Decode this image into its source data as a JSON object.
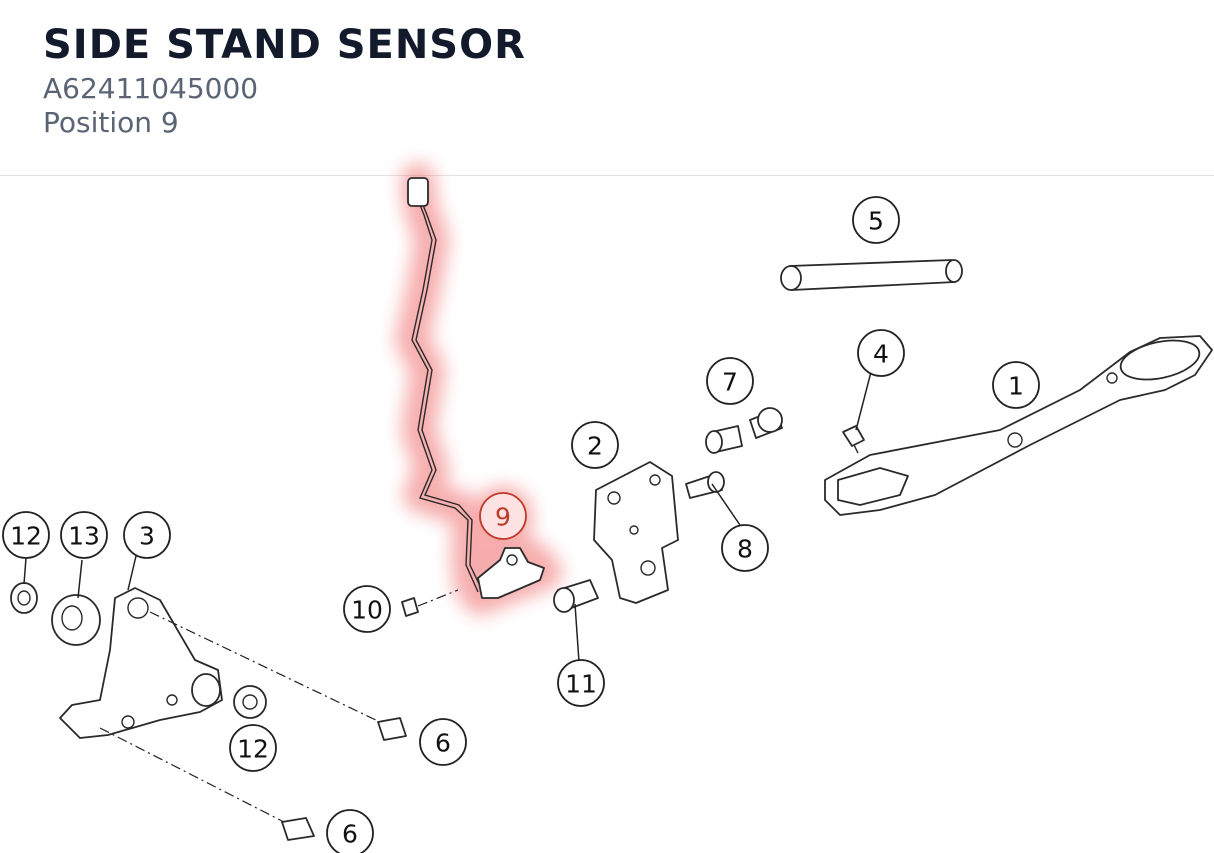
{
  "header": {
    "title": "SIDE STAND SENSOR",
    "part_number": "A62411045000",
    "position": "Position 9"
  },
  "diagram": {
    "highlight_color": "#f08a8a",
    "callouts": {
      "c1": "1",
      "c2": "2",
      "c3": "3",
      "c4": "4",
      "c5": "5",
      "c6a": "6",
      "c6b": "6",
      "c7": "7",
      "c8": "8",
      "c9": "9",
      "c10": "10",
      "c11": "11",
      "c12a": "12",
      "c12b": "12",
      "c13": "13"
    }
  }
}
